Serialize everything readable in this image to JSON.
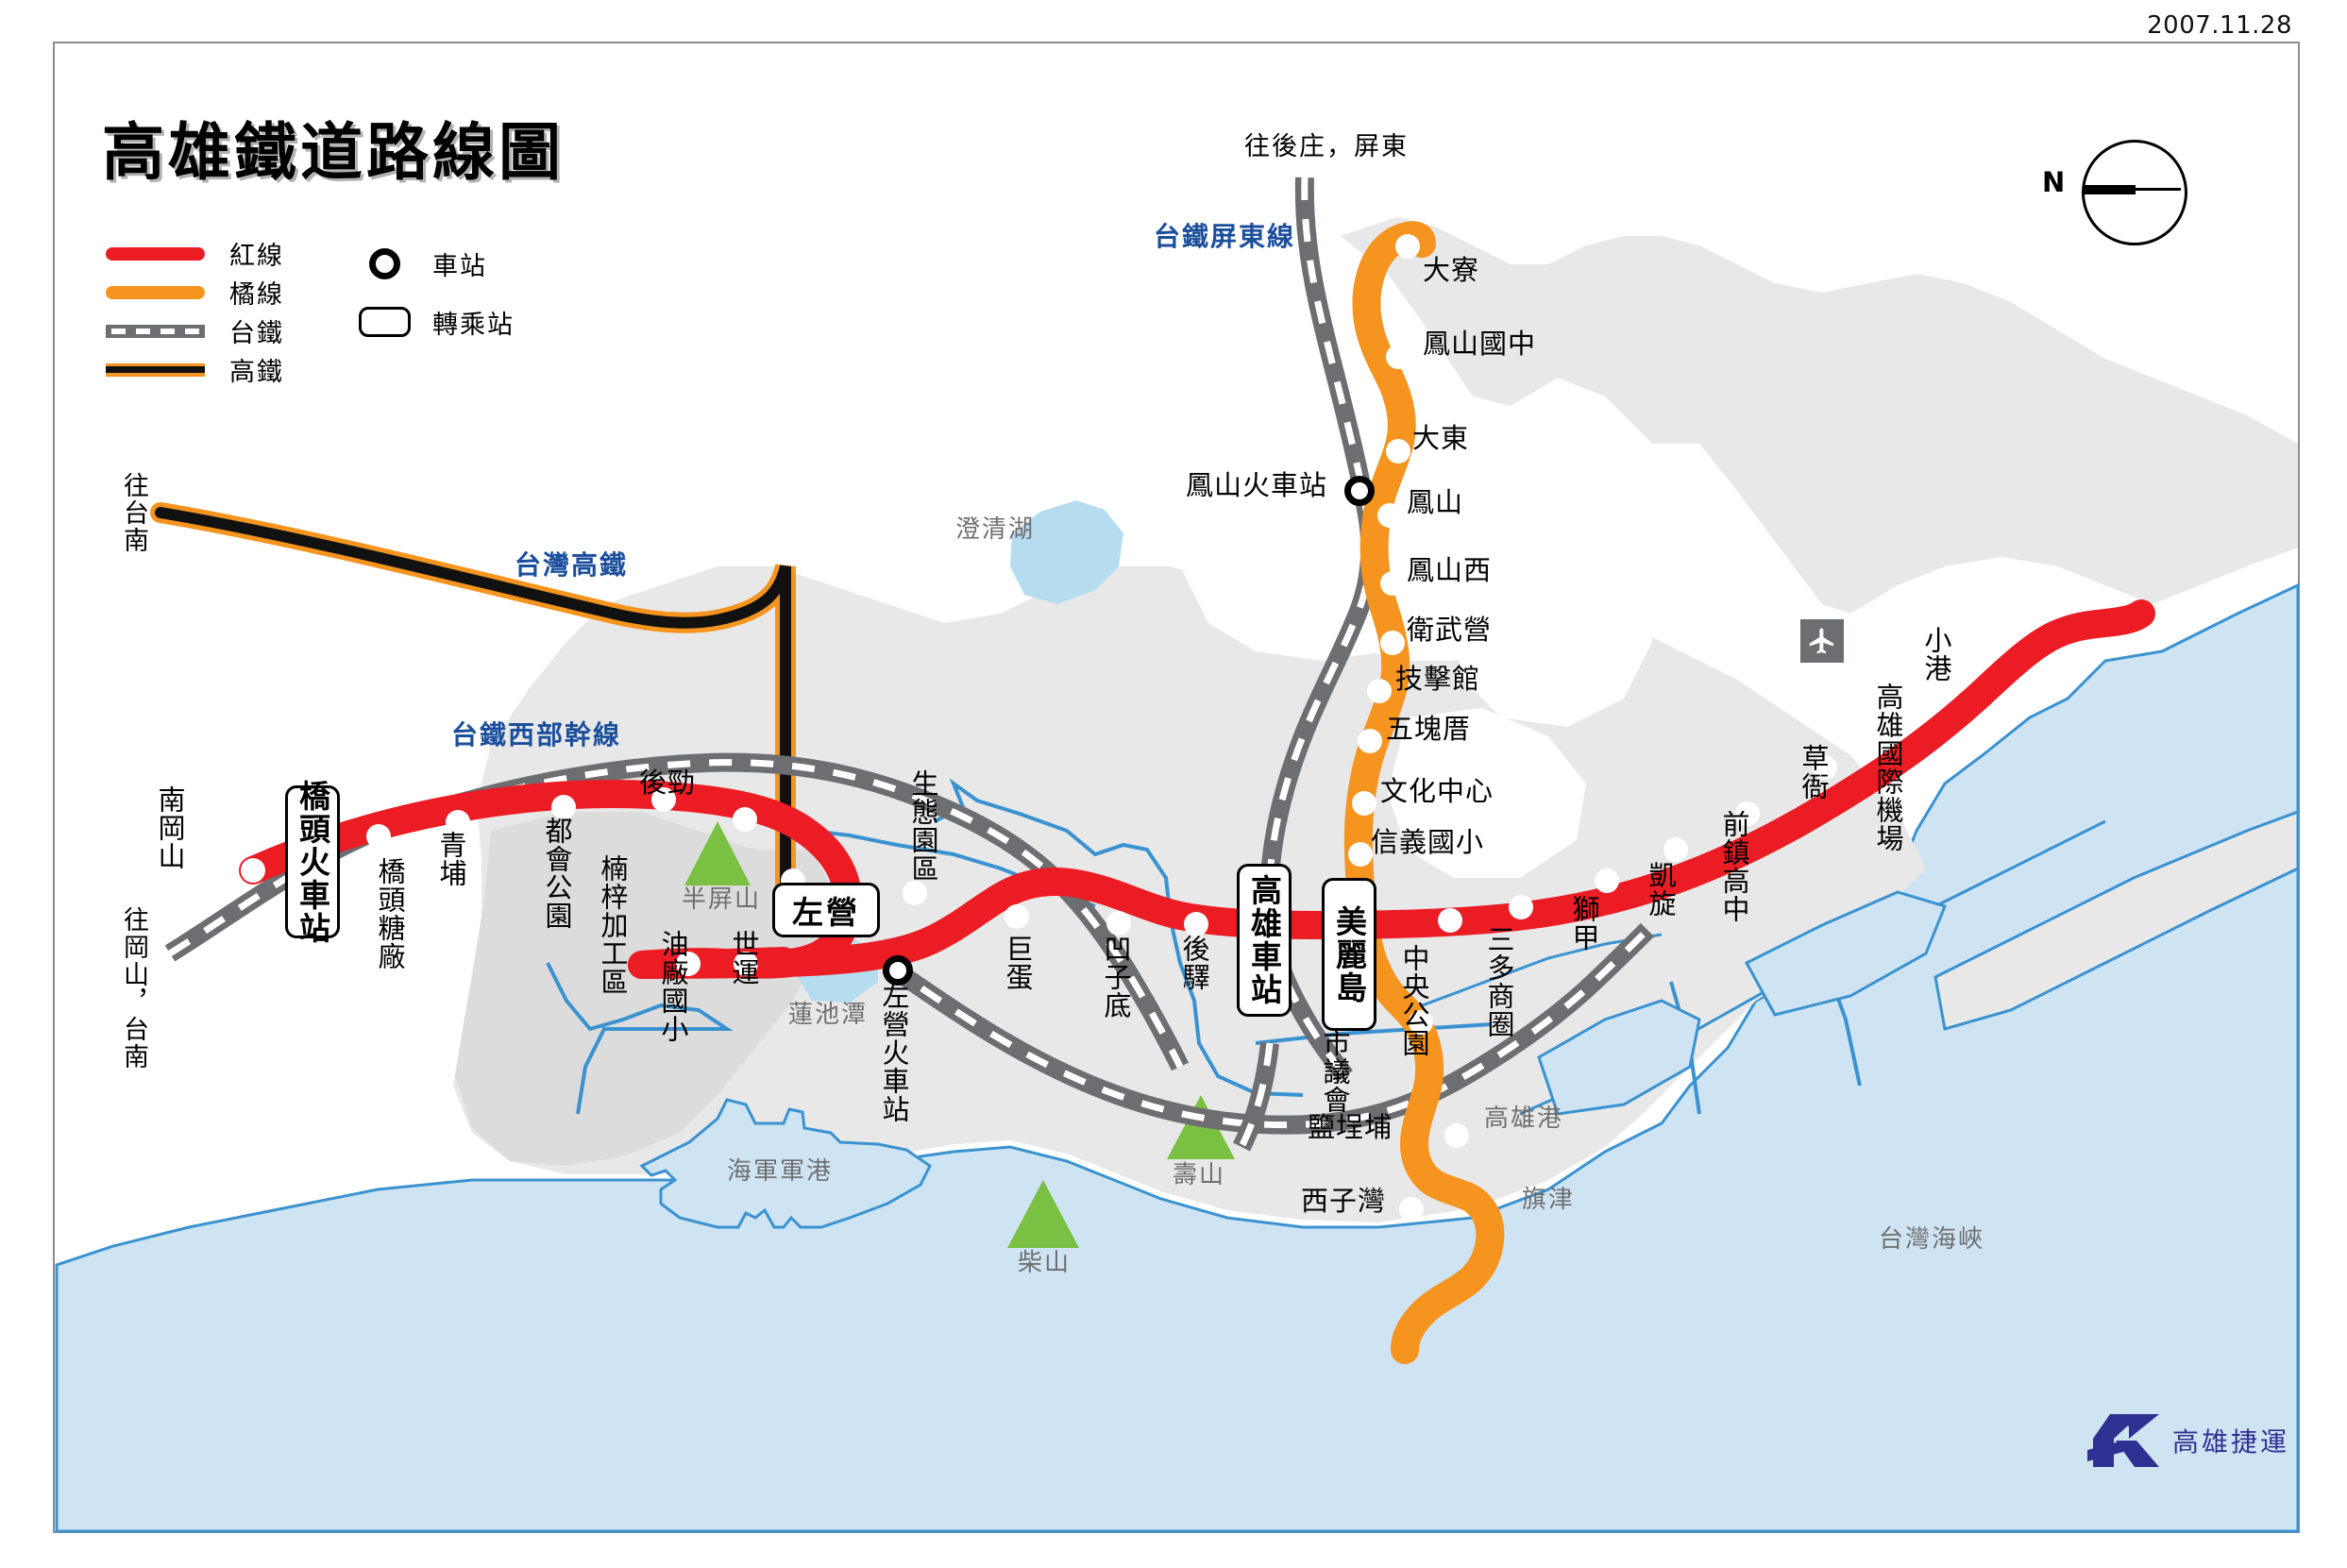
{
  "meta": {
    "date": "2007.11.28"
  },
  "title": "高雄鐵道路線圖",
  "compass": {
    "north_label": "N"
  },
  "legend": {
    "lines": [
      {
        "key": "red",
        "label": "紅線",
        "color": "#ec1c24"
      },
      {
        "key": "orange",
        "label": "橘線",
        "color": "#f5941f"
      },
      {
        "key": "tra",
        "label": "台鐵",
        "color": "#6d6e71"
      },
      {
        "key": "hsr",
        "label": "高鐵",
        "color": "#111111"
      }
    ],
    "symbols": [
      {
        "key": "station",
        "label": "車站"
      },
      {
        "key": "transfer",
        "label": "轉乘站"
      }
    ]
  },
  "rail_labels": [
    {
      "name": "台鐵屏東線",
      "text": "台鐵屏東線"
    },
    {
      "name": "台灣高鐵",
      "text": "台灣高鐵"
    },
    {
      "name": "台鐵西部幹線",
      "text": "台鐵西部幹線"
    }
  ],
  "direction_labels": [
    {
      "name": "to-houzhuang-pingtung",
      "text": "往後庄，屏東"
    },
    {
      "name": "to-tainan",
      "text": "往台南"
    },
    {
      "name": "to-gangshan-tainan",
      "text": "往岡山，台南"
    }
  ],
  "red_line": {
    "name": "紅線",
    "color": "#ec1c24",
    "stations": [
      "南岡山",
      "橋頭火車站",
      "橋頭糖廠",
      "青埔",
      "都會公園",
      "後勁",
      "楠梓加工區",
      "油廠國小",
      "世運",
      "左營",
      "生態園區",
      "巨蛋",
      "凹子底",
      "後驛",
      "高雄車站",
      "美麗島",
      "中央公園",
      "三多商圈",
      "獅甲",
      "凱旋",
      "前鎮高中",
      "草衙",
      "高雄國際機場",
      "小港"
    ]
  },
  "orange_line": {
    "name": "橘線",
    "color": "#f5941f",
    "stations": [
      "大寮",
      "鳳山國中",
      "大東",
      "鳳山",
      "鳳山西",
      "衛武營",
      "技擊館",
      "五塊厝",
      "文化中心",
      "信義國小",
      "美麗島",
      "市議會",
      "鹽埕埔",
      "西子灣"
    ]
  },
  "transfer_stations": [
    "橋頭火車站",
    "左營",
    "高雄車站",
    "美麗島"
  ],
  "tra_stations": [
    "左營火車站",
    "鳳山火車站"
  ],
  "geo_labels": [
    {
      "name": "chengcing-lake",
      "text": "澄清湖"
    },
    {
      "name": "banping-mountain",
      "text": "半屏山"
    },
    {
      "name": "lianchih-pond",
      "text": "蓮池潭"
    },
    {
      "name": "navy-port",
      "text": "海軍軍港"
    },
    {
      "name": "chaishan",
      "text": "柴山"
    },
    {
      "name": "shoushan",
      "text": "壽山"
    },
    {
      "name": "kaohsiung-port",
      "text": "高雄港"
    },
    {
      "name": "cijin",
      "text": "旗津"
    },
    {
      "name": "taiwan-strait",
      "text": "台灣海峽"
    }
  ],
  "airport_icon": {
    "name": "airport-icon",
    "glyph": "✈"
  },
  "logo": {
    "text": "高雄捷運",
    "color": "#2e3191"
  },
  "colors": {
    "red": "#ec1c24",
    "orange": "#f5941f",
    "tra_gray": "#6d6e71",
    "hsr_black": "#111111",
    "land": "#e8e8e8",
    "land_light": "#dcdcdc",
    "water": "#cfe4f3",
    "water_line": "#3a92d0",
    "hill_green": "#7ac143",
    "blue_text": "#1b4f9c",
    "gray_text": "#6f6f6f"
  }
}
